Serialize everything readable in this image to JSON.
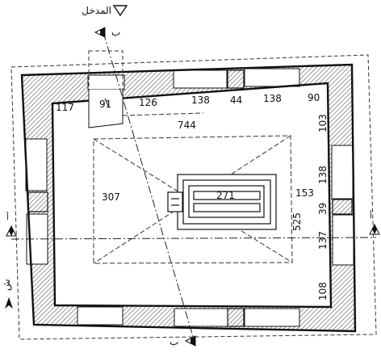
{
  "labels": {
    "entrance": "المدخل",
    "section_b_top": "ب",
    "section_b_bottom": "ب",
    "section_a_left": "أ",
    "section_a_right": "أ",
    "north": "ش"
  },
  "dimensions": {
    "top_1": "117",
    "top_2": "91",
    "top_3": "126",
    "top_4": "138",
    "top_5": "44",
    "top_6": "138",
    "top_7": "90",
    "interior_width": "744",
    "interior_depth": "525",
    "podium_width": "307",
    "tomb_length": "271",
    "side_gap": "153",
    "right_1": "103",
    "right_2": "138",
    "right_3": "39",
    "right_4": "137",
    "right_5": "108"
  },
  "colors": {
    "line": "#111111",
    "hatch": "#444444",
    "dashed": "#333333"
  }
}
